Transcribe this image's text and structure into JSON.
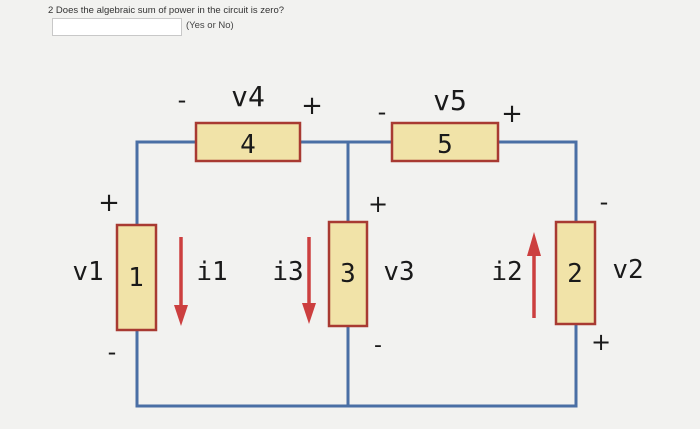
{
  "question": {
    "text": "2 Does the algebraic sum of power in the circuit is zero?",
    "answer_value": "",
    "hint": "(Yes or No)"
  },
  "circuit": {
    "v4": {
      "name": "v4",
      "value": "4",
      "minus": "-",
      "plus": "+"
    },
    "v5": {
      "name": "v5",
      "value": "5",
      "minus": "-",
      "plus": "+"
    },
    "v1": {
      "name": "v1",
      "value": "1",
      "plus": "+",
      "minus": "-"
    },
    "v3": {
      "name": "v3",
      "value": "3",
      "plus": "+",
      "minus": "-"
    },
    "v2": {
      "name": "v2",
      "value": "2",
      "minus": "-",
      "plus": "+"
    },
    "i1": "i1",
    "i3": "i3",
    "i2": "i2",
    "colors": {
      "wire": "#4a6fa5",
      "resistor_fill": "#f1e3a8",
      "resistor_border": "#a83a32",
      "arrow": "#cc3f3f"
    }
  }
}
